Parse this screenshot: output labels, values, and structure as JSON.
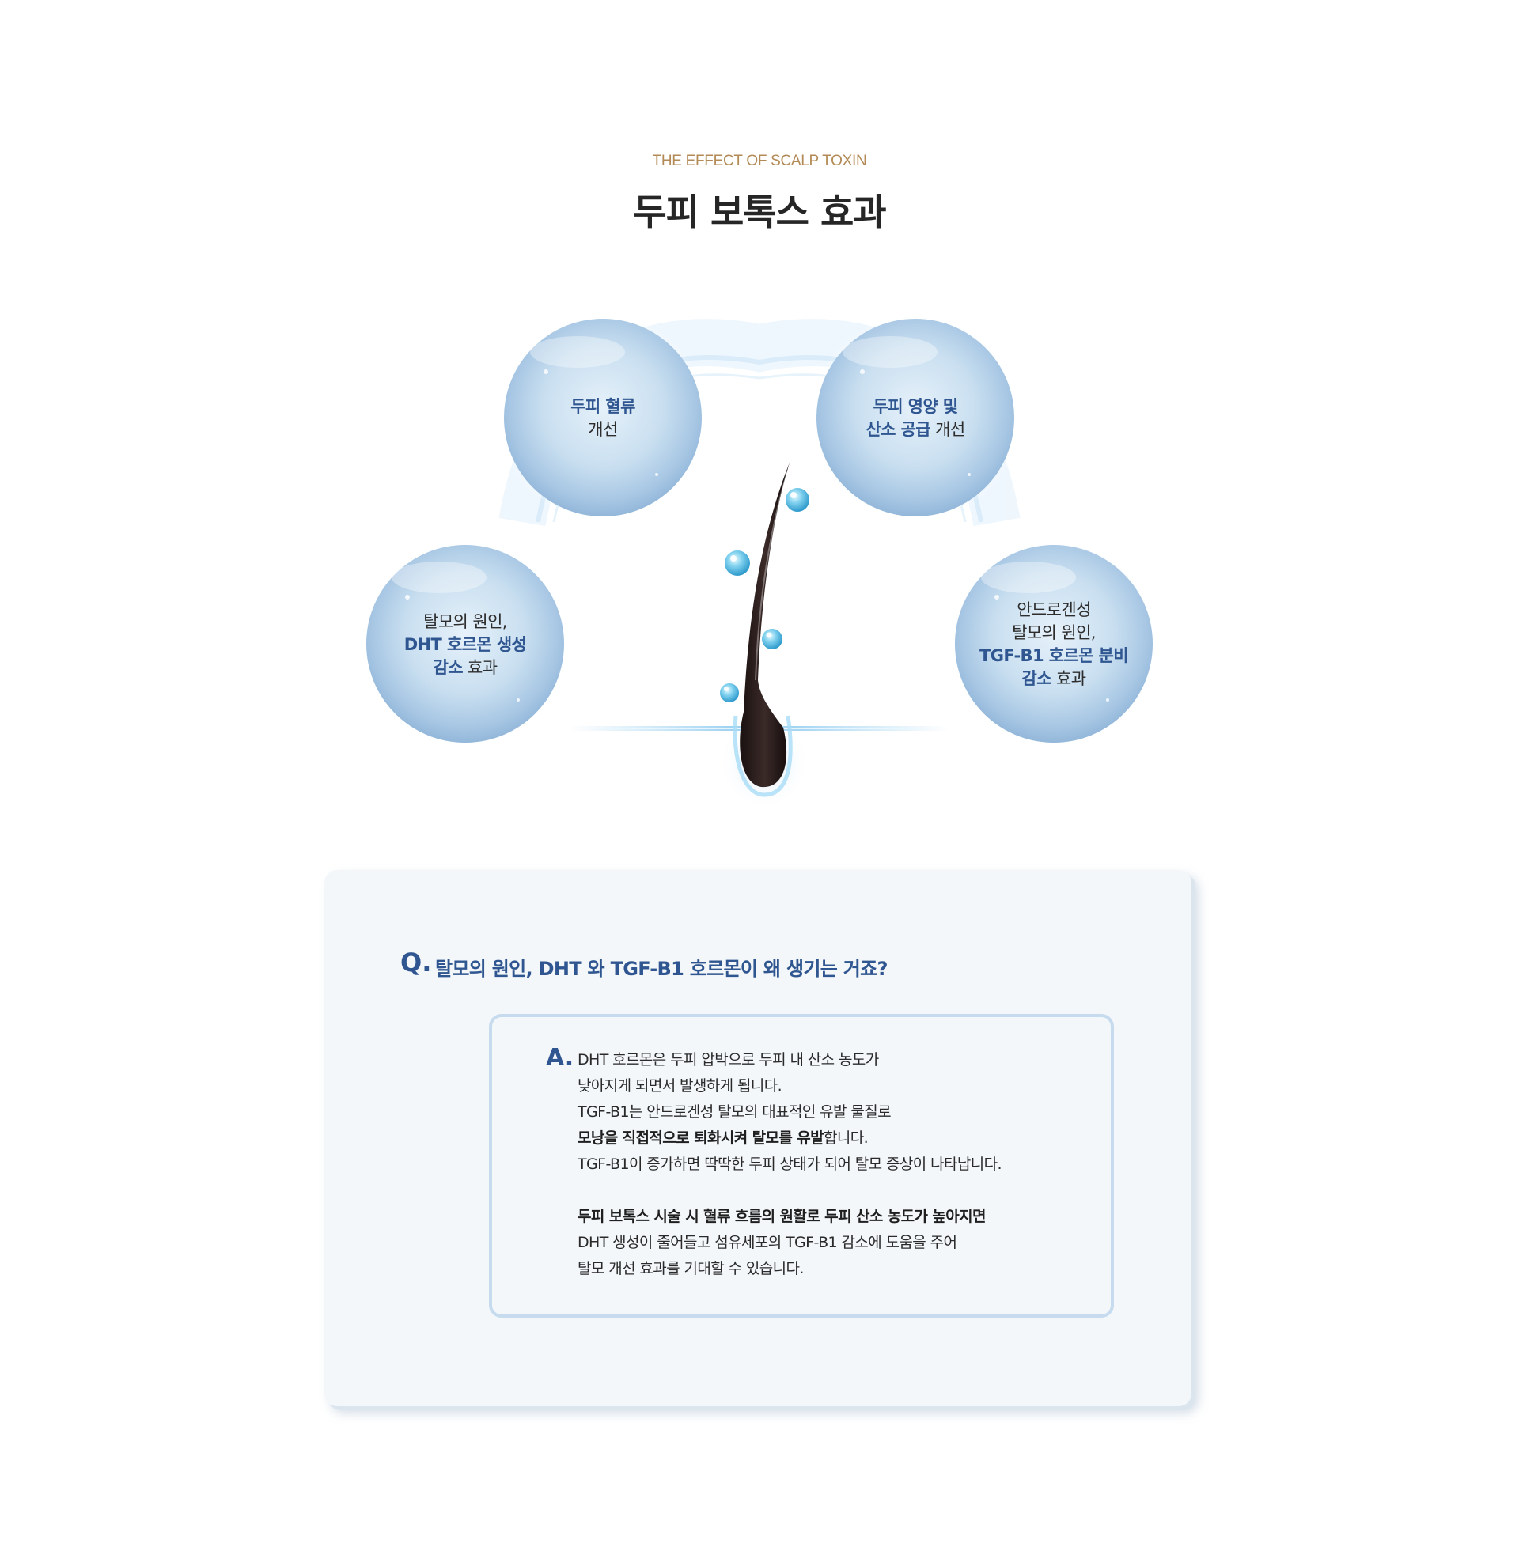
{
  "header": {
    "eyebrow": "THE EFFECT OF SCALP TOXIN",
    "title": "두피 보톡스 효과"
  },
  "bubbles": {
    "top_left": {
      "line1": "두피 혈류",
      "line2": "개선"
    },
    "top_right": {
      "line1": "두피 영양 및",
      "line2_hl": "산소 공급",
      "line2_rest": " 개선"
    },
    "left": {
      "line1": "탈모의 원인,",
      "line2": "DHT 호르몬 생성",
      "line3_hl": "감소",
      "line3_rest": " 효과"
    },
    "right": {
      "line1": "안드로겐성",
      "line2": "탈모의 원인,",
      "line3": "TGF-B1 호르몬 분비",
      "line4_hl": "감소",
      "line4_rest": " 효과"
    }
  },
  "qa": {
    "q_mark": "Q.",
    "question": "탈모의 원인, DHT 와 TGF-B1 호르몬이 왜 생기는 거죠?",
    "a_mark": "A.",
    "answer": {
      "l1": "DHT 호르몬은 두피 압박으로 두피 내 산소 농도가",
      "l2": "낮아지게 되면서 발생하게 됩니다.",
      "l3": "TGF-B1는 안드로겐성 탈모의 대표적인 유발 물질로",
      "l4_bold": "모낭을 직접적으로 퇴화시켜 탈모를 유발",
      "l4_rest": "합니다.",
      "l5": "TGF-B1이 증가하면 딱딱한 두피 상태가 되어 탈모 증상이 나타납니다.",
      "l6_bold": "두피 보톡스 시술 시 혈류 흐름의 원활로 두피 산소 농도가 높아지면",
      "l7": "DHT 생성이 줄어들고 섬유세포의 TGF-B1 감소에 도움을 주어",
      "l8": "탈모 개선 효과를 기대할 수 있습니다."
    }
  },
  "colors": {
    "accent": "#2f5690",
    "eyebrow": "#b38a55",
    "card_bg": "#f3f7fa",
    "answer_border": "#c6dcee"
  },
  "icons": {
    "hair": "hair-strand-icon",
    "droplet": "water-droplet-icon",
    "bubble": "bubble-icon"
  }
}
